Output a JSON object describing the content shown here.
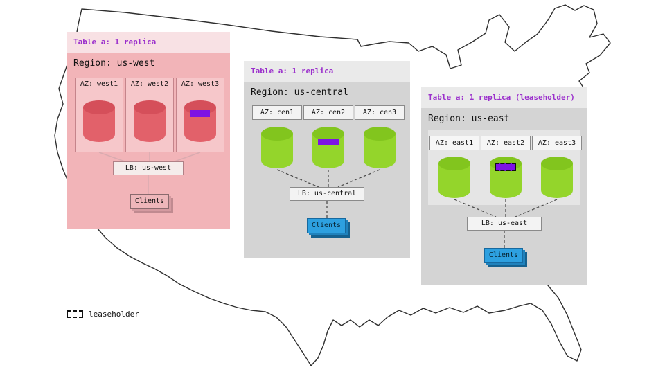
{
  "legend": {
    "label": "leaseholder"
  },
  "colors": {
    "purple_accent": "#9b30cc",
    "leaseholder_marker": "#7d13e3",
    "west_panel": "#f2b4b8",
    "west_header": "#f8e1e4",
    "replica_red": "#e2616a",
    "gray_panel": "#d4d4d4",
    "gray_header": "#eaeaea",
    "replica_green": "#94d52b",
    "clients_blue": "#2da0e0"
  },
  "regions": [
    {
      "id": "us-west",
      "header": "Table a: 1 replica",
      "header_struck": true,
      "title": "Region: us-west",
      "azs": [
        {
          "label": "AZ: west1",
          "marker": false
        },
        {
          "label": "AZ: west2",
          "marker": false
        },
        {
          "label": "AZ: west3",
          "marker": true,
          "marker_type": "replica"
        }
      ],
      "lb": "LB: us-west",
      "clients": "Clients"
    },
    {
      "id": "us-central",
      "header": "Table a: 1 replica",
      "header_struck": false,
      "title": "Region: us-central",
      "azs": [
        {
          "label": "AZ: cen1",
          "marker": false
        },
        {
          "label": "AZ: cen2",
          "marker": true,
          "marker_type": "replica"
        },
        {
          "label": "AZ: cen3",
          "marker": false
        }
      ],
      "lb": "LB: us-central",
      "clients": "Clients"
    },
    {
      "id": "us-east",
      "header": "Table a: 1 replica (leaseholder)",
      "header_struck": false,
      "title": "Region: us-east",
      "azs": [
        {
          "label": "AZ: east1",
          "marker": false
        },
        {
          "label": "AZ: east2",
          "marker": true,
          "marker_type": "leaseholder"
        },
        {
          "label": "AZ: east3",
          "marker": false
        }
      ],
      "lb": "LB: us-east",
      "clients": "Clients"
    }
  ]
}
